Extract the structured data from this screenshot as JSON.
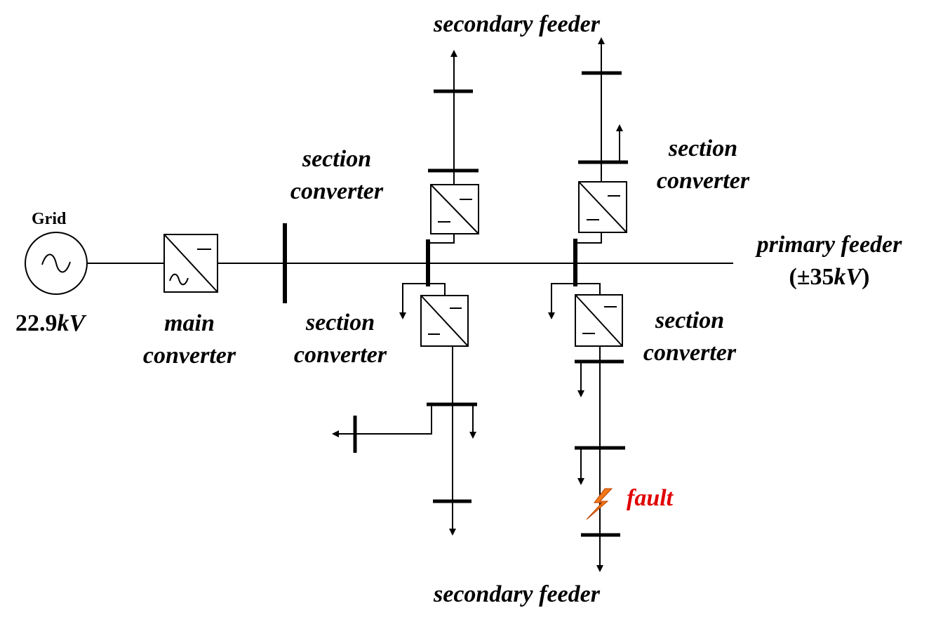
{
  "labels": {
    "grid": "Grid",
    "grid_voltage_number": "22.9",
    "grid_voltage_unit": "kV",
    "main_converter_line1": "main",
    "main_converter_line2": "converter",
    "section_converter_line1": "section",
    "section_converter_line2": "converter",
    "primary_feeder": "primary feeder",
    "primary_feeder_voltage_open": "(±35",
    "primary_feeder_voltage_unit": "kV",
    "primary_feeder_voltage_close": ")",
    "secondary_feeder": "secondary feeder",
    "fault": "fault"
  },
  "colors": {
    "line": "#000000",
    "fault_text": "#e00000",
    "fault_bolt": "#f07818",
    "fault_bolt_outline": "#c04000"
  }
}
